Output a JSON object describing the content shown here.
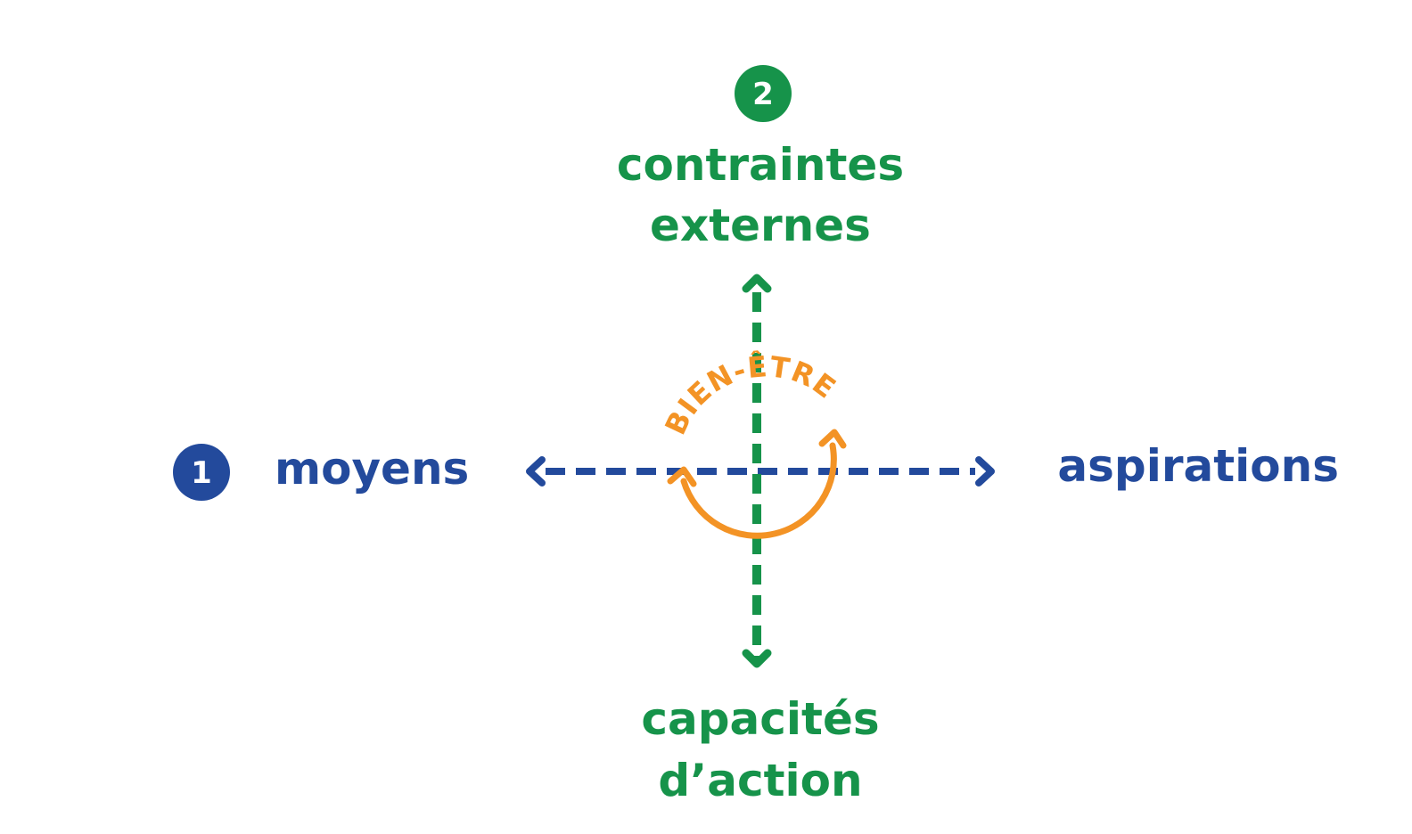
{
  "colors": {
    "blue": "#234A9C",
    "green": "#16934A",
    "orange": "#F39325",
    "badge_text": "#ffffff"
  },
  "badges": {
    "one": "1",
    "two": "2"
  },
  "labels": {
    "top": [
      "contraintes",
      "externes"
    ],
    "bottom": [
      "capacités",
      "d’action"
    ],
    "left": "moyens",
    "right": "aspirations",
    "center": "BIEN-ÊTRE"
  }
}
